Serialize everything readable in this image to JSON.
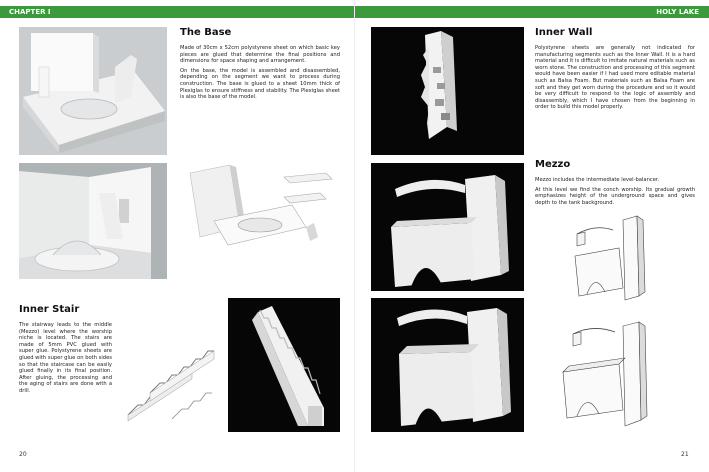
{
  "left_page": {
    "chapter": "CHAPTER I",
    "page_number": "20",
    "sections": {
      "base": {
        "title": "The Base",
        "paragraphs": [
          "Made of 30cm x 52cm polystyrene sheet on which basic key pieces are glued that determine the final positions and dimensions for space shaping and arrangement.",
          "On the base, the model is assembled and disassembled, depending on the segment we want to process during construction. The base is glued to a sheet 10mm thick of Plexiglas to ensure stiffness and stability. The Plexiglas sheet is also the base of the model."
        ]
      },
      "stair": {
        "title": "Inner Stair",
        "paragraphs": [
          "The stairway leads to the middle (Mezzo) level where the worship niche is located. The stairs are made of 5mm PVC glued with super glue. Polystyrene sheets are glued with super glue on both sides so that the staircase can be easily glued finally in its final position. After gluing, the processing and the aging of stairs are done with a drill."
        ]
      }
    }
  },
  "right_page": {
    "header": "HOLY LAKE",
    "page_number": "21",
    "sections": {
      "wall": {
        "title": "Inner Wall",
        "paragraphs": [
          "Polystyrene sheets are generally not indicated for manufacturing segments such as the Inner Wall. It is a hard material and it is difficult to imitate natural materials such as worn stone. The construction and processing of this segment would have been easier if I had used more editable material such as Balsa Foam. But materials such as Balsa Foam are soft and they get worn during the procedure and so it would be very difficult to respond to the logic of assembly and disassembly, which I have chosen from the beginning in order to build this model properly."
        ]
      },
      "mezzo": {
        "title": "Mezzo",
        "paragraphs": [
          "Mezzo includes the intermediate level-balancer.",
          "At this level we find the conch worship. Its gradual growth emphasizes height of the underground space and gives depth to the tank background."
        ]
      }
    }
  },
  "colors": {
    "header_band": "#3b9a3c",
    "photo_background": "#060606"
  }
}
